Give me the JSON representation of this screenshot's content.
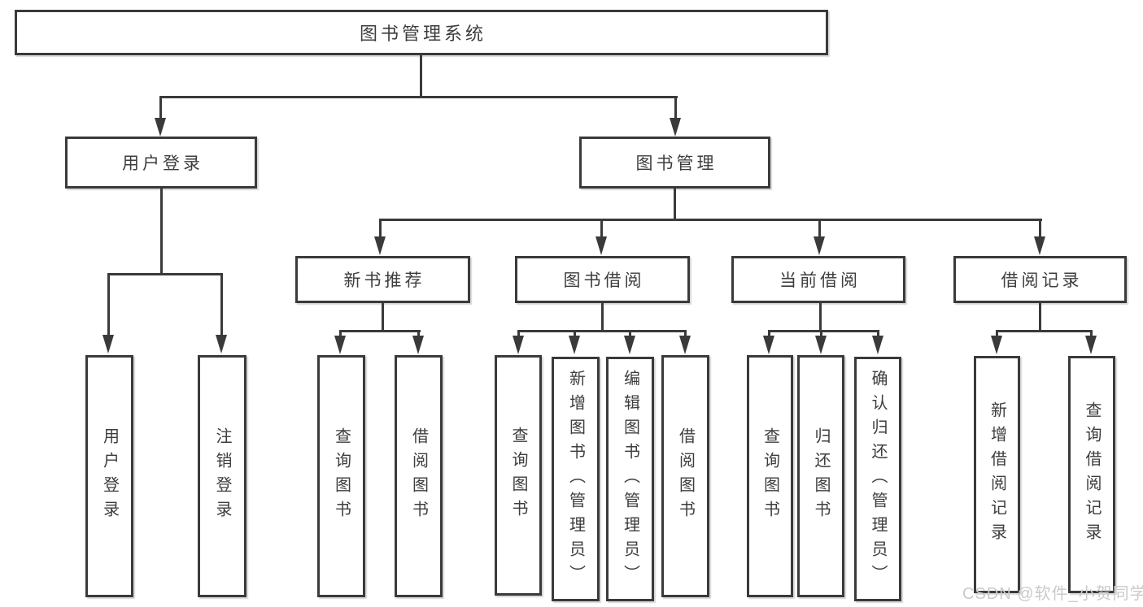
{
  "diagram_title": "图书管理系统",
  "nodes": {
    "root": "图书管理系统",
    "level2": [
      "用户登录",
      "图书管理"
    ],
    "level3": [
      "新书推荐",
      "图书借阅",
      "当前借阅",
      "借阅记录"
    ],
    "level4": [
      "用户登录",
      "注销登录",
      "查询图书",
      "借阅图书",
      "查询图书",
      "新增图书（管理员）",
      "编辑图书（管理员）",
      "借阅图书",
      "查询图书",
      "归还图书",
      "确认归还（管理员）",
      "新增借阅记录",
      "查询借阅记录"
    ]
  },
  "edges": [
    [
      "图书管理系统",
      "用户登录"
    ],
    [
      "图书管理系统",
      "图书管理"
    ],
    [
      "用户登录",
      "用户登录"
    ],
    [
      "用户登录",
      "注销登录"
    ],
    [
      "图书管理",
      "新书推荐"
    ],
    [
      "图书管理",
      "图书借阅"
    ],
    [
      "图书管理",
      "当前借阅"
    ],
    [
      "图书管理",
      "借阅记录"
    ],
    [
      "新书推荐",
      "查询图书"
    ],
    [
      "新书推荐",
      "借阅图书"
    ],
    [
      "图书借阅",
      "查询图书"
    ],
    [
      "图书借阅",
      "新增图书（管理员）"
    ],
    [
      "图书借阅",
      "编辑图书（管理员）"
    ],
    [
      "图书借阅",
      "借阅图书"
    ],
    [
      "当前借阅",
      "查询图书"
    ],
    [
      "当前借阅",
      "归还图书"
    ],
    [
      "当前借阅",
      "确认归还（管理员）"
    ],
    [
      "借阅记录",
      "新增借阅记录"
    ],
    [
      "借阅记录",
      "查询借阅记录"
    ]
  ],
  "watermark": {
    "text": "CSDN @软件_小贺同学"
  },
  "colors": {
    "line": "#3a3a3a",
    "box_border": "#3a3a3a",
    "box_bg": "#ffffff",
    "text": "#3d3d3d",
    "watermark": "#cacaca",
    "background": "#ffffff"
  }
}
